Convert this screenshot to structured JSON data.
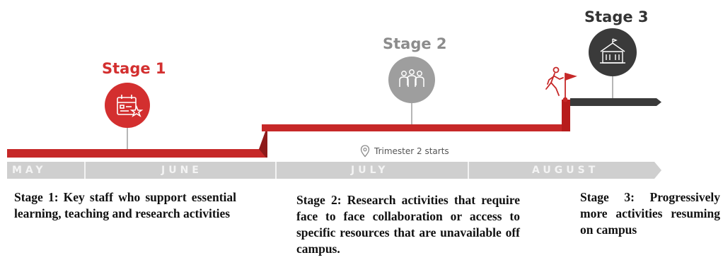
{
  "stages": [
    {
      "title": "Stage 1",
      "icon": "calendar-star-icon",
      "color": "#d32f2f",
      "description": "Stage 1: Key staff who support essential learning, teaching and research activities"
    },
    {
      "title": "Stage 2",
      "icon": "group-people-icon",
      "color": "#9e9e9e",
      "description": "Stage 2: Research activities that require face to face collaboration or access to specific resources that are unavailable off campus."
    },
    {
      "title": "Stage 3",
      "icon": "campus-building-icon",
      "color": "#3a3a3a",
      "description": "Stage 3: Progressively more activities resuming on campus"
    }
  ],
  "months": [
    "MAY",
    "JUNE",
    "JULY",
    "AUGUST"
  ],
  "marker": {
    "label": "Trimester 2 starts",
    "icon": "location-pin-icon"
  },
  "milestone_icon": "walking-person-flag-icon",
  "colors": {
    "line_red": "#c62828",
    "month_bar": "#cfcfcf",
    "dark_line": "#3a3a3a"
  }
}
